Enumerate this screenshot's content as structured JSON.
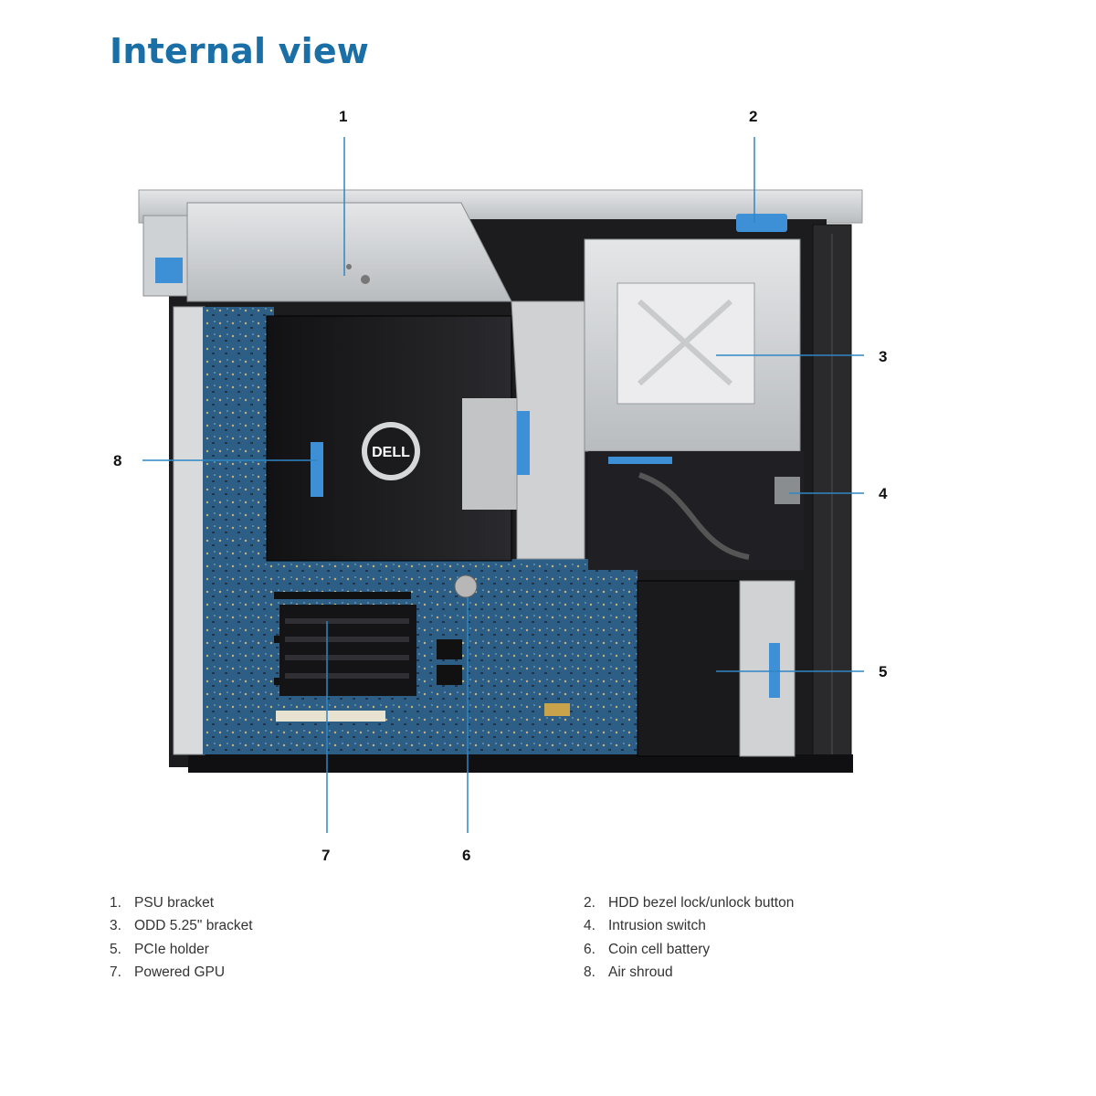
{
  "title": "Internal view",
  "brand_logo_text": "DELL",
  "colors": {
    "title": "#1a6fa6",
    "callout_line": "#2f86c4",
    "chassis_black": "#1c1c1e",
    "motherboard_blue": "#2d5f86",
    "touch_point_blue": "#3d8fd6",
    "metal_silver": "#d2d4d6"
  },
  "callouts": [
    {
      "number": "1",
      "label": "PSU bracket"
    },
    {
      "number": "2",
      "label": "HDD bezel lock/unlock button"
    },
    {
      "number": "3",
      "label": "ODD 5.25\" bracket"
    },
    {
      "number": "4",
      "label": "Intrusion switch"
    },
    {
      "number": "5",
      "label": "PCIe holder"
    },
    {
      "number": "6",
      "label": "Coin cell battery"
    },
    {
      "number": "7",
      "label": "Powered GPU"
    },
    {
      "number": "8",
      "label": "Air shroud"
    }
  ],
  "legend": {
    "left": [
      {
        "number": "1.",
        "label": "PSU bracket"
      },
      {
        "number": "3.",
        "label": "ODD 5.25\" bracket"
      },
      {
        "number": "5.",
        "label": "PCIe holder"
      },
      {
        "number": "7.",
        "label": "Powered GPU"
      }
    ],
    "right": [
      {
        "number": "2.",
        "label": "HDD bezel lock/unlock button"
      },
      {
        "number": "4.",
        "label": "Intrusion switch"
      },
      {
        "number": "6.",
        "label": "Coin cell battery"
      },
      {
        "number": "8.",
        "label": "Air shroud"
      }
    ]
  }
}
